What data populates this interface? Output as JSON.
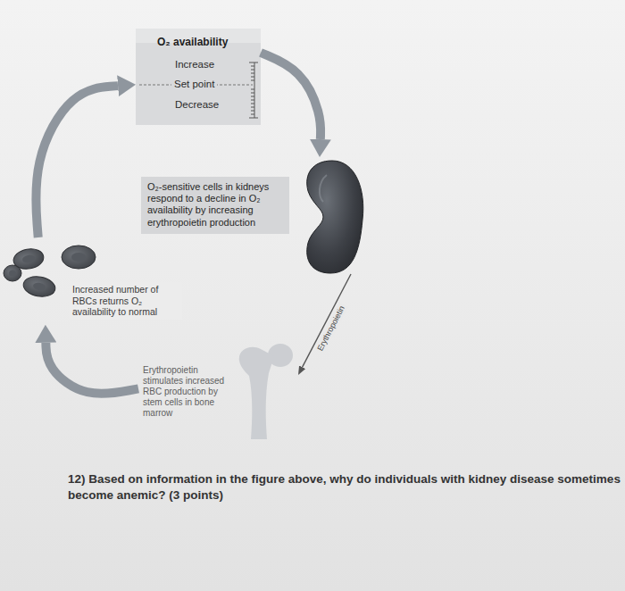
{
  "diagram": {
    "nodes": [
      {
        "text": [
          "O₂ availability",
          "Increase",
          "Set point",
          "Decrease"
        ]
      },
      {
        "text": [
          "O₂-sensitive cells in kidneys respond to a decline in O₂ availability by increasing erythropoietin production"
        ]
      },
      {
        "text": [
          "Increased number of RBCs returns O₂ availability to normal"
        ]
      },
      {
        "text": [
          "Erythropoietin stimulates increased RBC production by stem cells in bone marrow"
        ]
      }
    ],
    "edges": [
      {
        "from": 0,
        "to": 1,
        "arrow": "to"
      },
      {
        "from": 1,
        "to": 3,
        "label": "Erythropoietin",
        "arrow": "to"
      },
      {
        "from": 3,
        "to": 2,
        "arrow": "to"
      },
      {
        "from": 2,
        "to": 0,
        "arrow": "to"
      }
    ],
    "labels": [
      "12) Based on information in the figure above, why do individuals with kidney disease sometimes become anemic? (3 points)"
    ]
  }
}
